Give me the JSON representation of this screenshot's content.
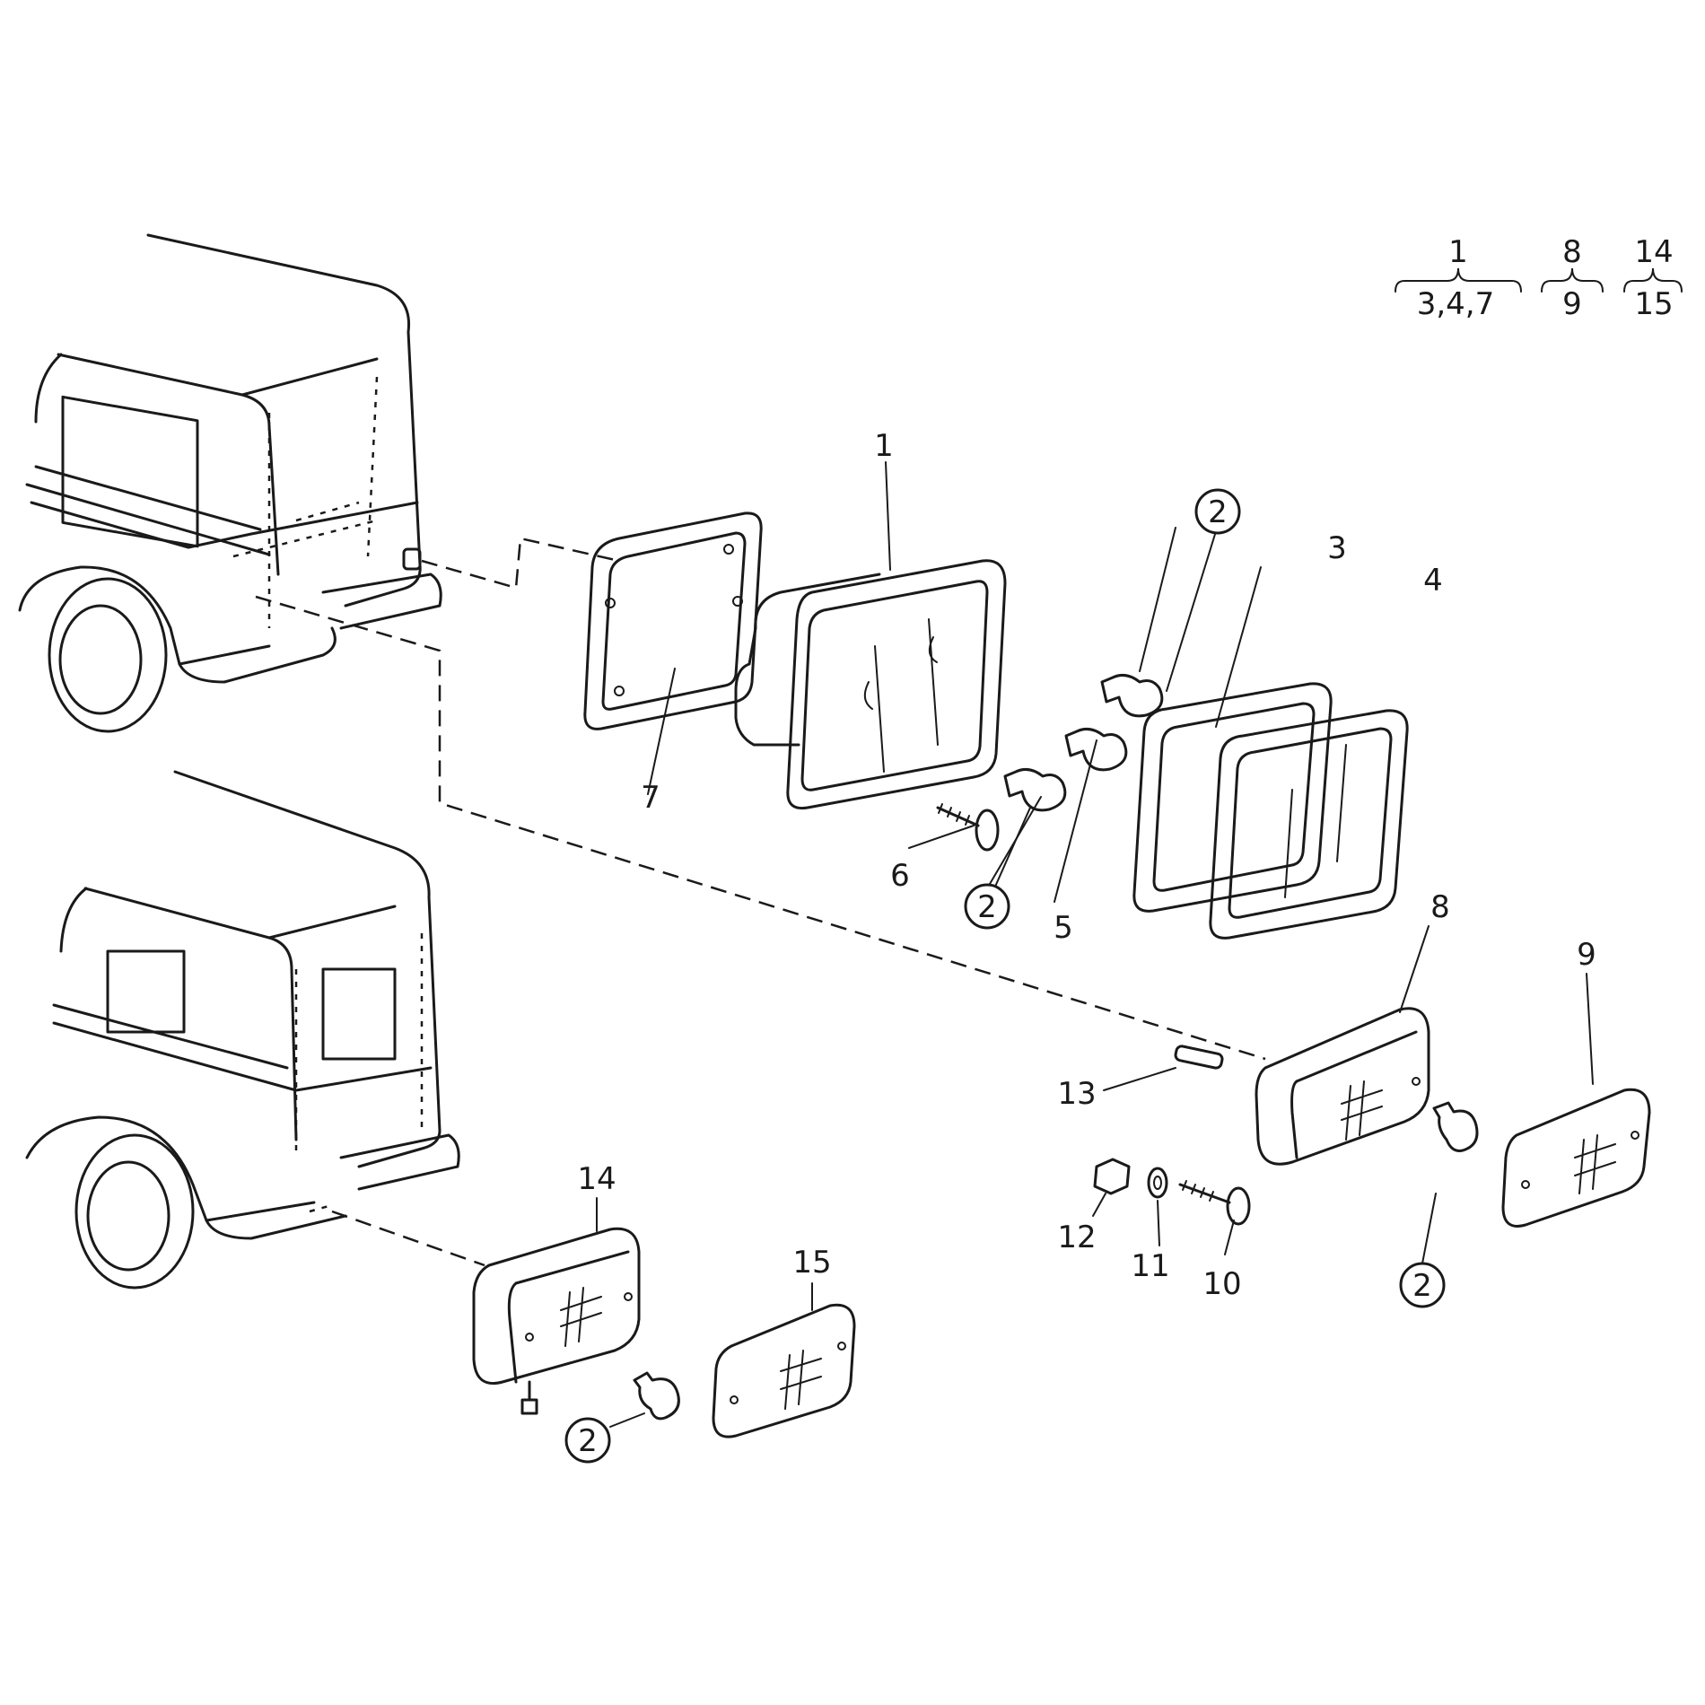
{
  "legend": {
    "groups": [
      {
        "parent": "1",
        "children": "3,4,7"
      },
      {
        "parent": "8",
        "children": "9"
      },
      {
        "parent": "14",
        "children": "15"
      }
    ]
  },
  "callouts": {
    "c1": "1",
    "c2a": "2",
    "c2b": "2",
    "c2c": "2",
    "c2d": "2",
    "c3": "3",
    "c4": "4",
    "c5": "5",
    "c6": "6",
    "c7": "7",
    "c8": "8",
    "c9": "9",
    "c10": "10",
    "c11": "11",
    "c12": "12",
    "c13": "13",
    "c14": "14",
    "c15": "15"
  }
}
